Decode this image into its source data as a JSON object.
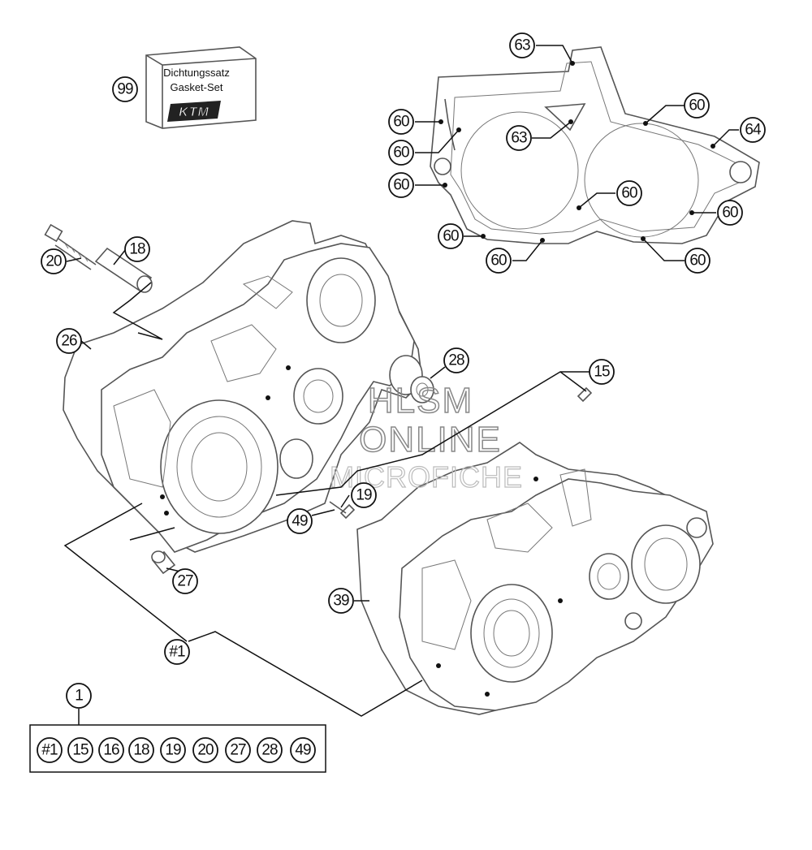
{
  "gasket_set": {
    "callout": "99",
    "line1": "Dichtungssatz",
    "line2": "Gasket-Set",
    "brand": "KTM"
  },
  "callouts": {
    "c63a": "63",
    "c63b": "63",
    "c60a": "60",
    "c60b": "60",
    "c60c": "60",
    "c60d": "60",
    "c60e": "60",
    "c60f": "60",
    "c60g": "60",
    "c60h": "60",
    "c60i": "60",
    "c64": "64",
    "c18": "18",
    "c20": "20",
    "c26": "26",
    "c28": "28",
    "c15": "15",
    "c19": "19",
    "c49": "49",
    "c27": "27",
    "c39": "39",
    "c_hash1": "#1",
    "c1": "1"
  },
  "kit_items": [
    "#1",
    "15",
    "16",
    "18",
    "19",
    "20",
    "27",
    "28",
    "49"
  ],
  "watermark": {
    "line1": "HLSM",
    "line2": "ONLINE",
    "line3": "MICROFICHE"
  },
  "colors": {
    "ink": "#111111",
    "part_outline": "#555555",
    "watermark": "#888888"
  }
}
